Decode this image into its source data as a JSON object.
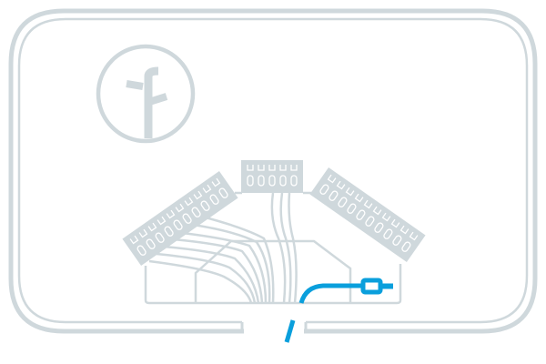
{
  "colors": {
    "outline": "#cfd8dc",
    "cable": "#0a9fdc",
    "background": "#ffffff"
  },
  "icons": {
    "logo": "sprout-logo-icon",
    "plug": "power-plug-icon"
  },
  "terminals": {
    "left_count": 10,
    "center_count": 5,
    "right_count": 10
  }
}
